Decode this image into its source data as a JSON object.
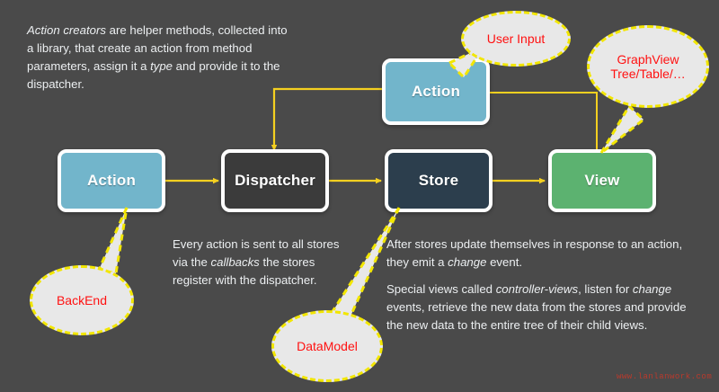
{
  "diagram": {
    "title": "Flux data flow diagram",
    "background_color": "#4a4a4a",
    "arrow_color": "#f5d020",
    "bubble_border_color": "#f2e600",
    "bubble_fill_color": "#e8e8e8",
    "bubble_text_color": "#ff1111"
  },
  "nodes": [
    {
      "id": "action-top",
      "label": "Action",
      "color": "#72b5cb"
    },
    {
      "id": "action-left",
      "label": "Action",
      "color": "#72b5cb"
    },
    {
      "id": "dispatcher",
      "label": "Dispatcher",
      "color": "#3b3b3b"
    },
    {
      "id": "store",
      "label": "Store",
      "color": "#2c3e4d"
    },
    {
      "id": "view",
      "label": "View",
      "color": "#5cb270"
    }
  ],
  "callouts": [
    {
      "id": "user-input",
      "lines": [
        "User Input"
      ]
    },
    {
      "id": "graphview",
      "lines": [
        "GraphView",
        "Tree/Table/…"
      ]
    },
    {
      "id": "backend",
      "lines": [
        "BackEnd"
      ]
    },
    {
      "id": "datamodel",
      "lines": [
        "DataModel"
      ]
    }
  ],
  "paragraphs": {
    "action_creators": {
      "segments": [
        {
          "text": "Action creators",
          "italic": true
        },
        {
          "text": " are helper methods, collected into a library, that create an action from method parameters, assign it a ",
          "italic": false
        },
        {
          "text": "type",
          "italic": true
        },
        {
          "text": " and provide it to the dispatcher.",
          "italic": false
        }
      ]
    },
    "every_action": {
      "segments": [
        {
          "text": "Every action is sent to all stores via the ",
          "italic": false
        },
        {
          "text": "callbacks",
          "italic": true
        },
        {
          "text": " the stores register with the dispatcher.",
          "italic": false
        }
      ]
    },
    "after_stores": {
      "segments": [
        {
          "text": "After stores update themselves in response to an action, they emit a ",
          "italic": false
        },
        {
          "text": "change",
          "italic": true
        },
        {
          "text": " event.",
          "italic": false
        }
      ]
    },
    "special_views": {
      "segments": [
        {
          "text": "Special views called ",
          "italic": false
        },
        {
          "text": "controller-views",
          "italic": true
        },
        {
          "text": ", listen for ",
          "italic": false
        },
        {
          "text": "change",
          "italic": true
        },
        {
          "text": " events, retrieve the new data from the stores and provide the new data to the entire tree of their child views.",
          "italic": false
        }
      ]
    }
  },
  "watermark": {
    "text": "www.lanlanwork.com"
  }
}
